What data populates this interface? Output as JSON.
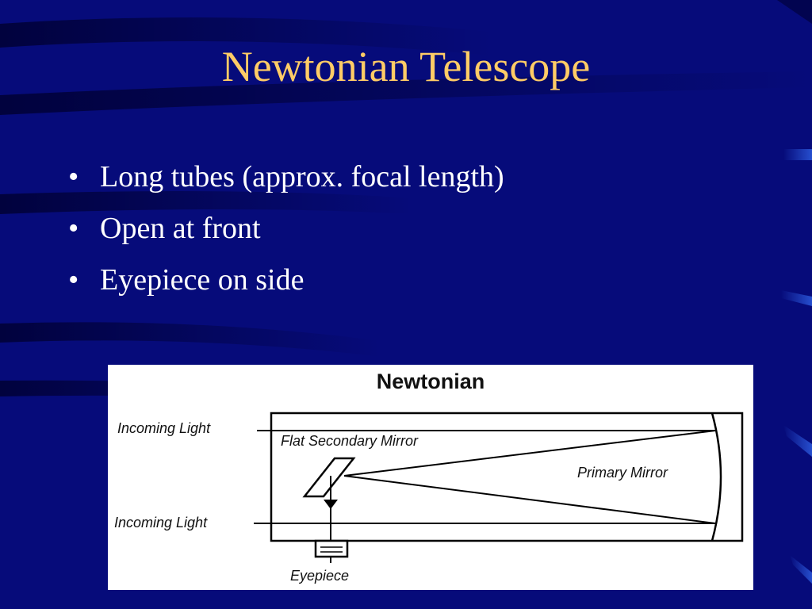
{
  "slide": {
    "title": "Newtonian Telescope",
    "bullets": [
      "Long tubes (approx. focal length)",
      "Open at front",
      "Eyepiece on side"
    ],
    "bullet_symbol": "•"
  },
  "diagram": {
    "title": "Newtonian",
    "labels": {
      "incoming_light_top": "Incoming Light",
      "incoming_light_bottom": "Incoming Light",
      "secondary_mirror": "Flat Secondary Mirror",
      "primary_mirror": "Primary Mirror",
      "eyepiece": "Eyepiece"
    }
  },
  "colors": {
    "background": "#060b7a",
    "title": "#ffcc66",
    "text": "#ffffff",
    "accent_marks": "#3a7be0"
  }
}
